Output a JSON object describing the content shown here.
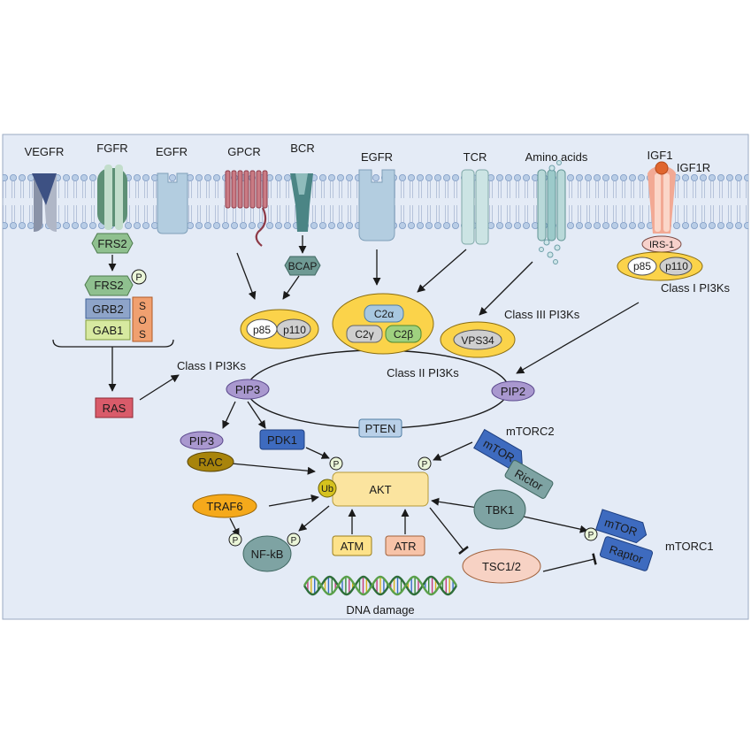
{
  "receptors": {
    "vegfr": "VEGFR",
    "fgfr": "FGFR",
    "egfr_left": "EGFR",
    "gpcr": "GPCR",
    "bcr": "BCR",
    "egfr_center": "EGFR",
    "tcr": "TCR",
    "amino_acids": "Amino acids",
    "igf1": "IGF1",
    "igf1r": "IGF1R"
  },
  "proteins": {
    "frs2_top": "FRS2",
    "frs2": "FRS2",
    "grb2": "GRB2",
    "gab1": "GAB1",
    "sos": [
      "S",
      "O",
      "S"
    ],
    "ras": "RAS",
    "bcap": "BCAP",
    "p85": "p85",
    "p110": "p110",
    "c2a": "C2α",
    "c2g": "C2γ",
    "c2b": "C2β",
    "vps34": "VPS34",
    "irs1": "IRS-1",
    "p85_r": "p85",
    "p110_r": "p110",
    "pip3": "PIP3",
    "pip2": "PIP2",
    "pten": "PTEN",
    "pip3_b": "PIP3",
    "rac": "RAC",
    "pdk1": "PDK1",
    "akt": "AKT",
    "ub": "Ub",
    "mtor2": "mTOR",
    "rictor": "Rictor",
    "traf6": "TRAF6",
    "nfkb": "NF-kB",
    "atm": "ATM",
    "atr": "ATR",
    "tbk1": "TBK1",
    "tsc": "TSC1/2",
    "mtor1": "mTOR",
    "raptor": "Raptor",
    "phospho": "P"
  },
  "labels": {
    "class1_left": "Class I PI3Ks",
    "class1_right": "Class I PI3Ks",
    "class2": "Class II PI3Ks",
    "class3": "Class III  PI3Ks",
    "mtorc2": "mTORC2",
    "mtorc1": "mTORC1",
    "dna_damage": "DNA damage"
  },
  "colors": {
    "background": "#e4ebf6",
    "yellow": "#fbd34a",
    "akt": "#fbe49f",
    "membrane_head": "#b9cde6",
    "blue_box": "#3e6bbf",
    "purple": "#a998cf",
    "teal": "#7ea3a3",
    "red_box": "#d95b6a"
  }
}
